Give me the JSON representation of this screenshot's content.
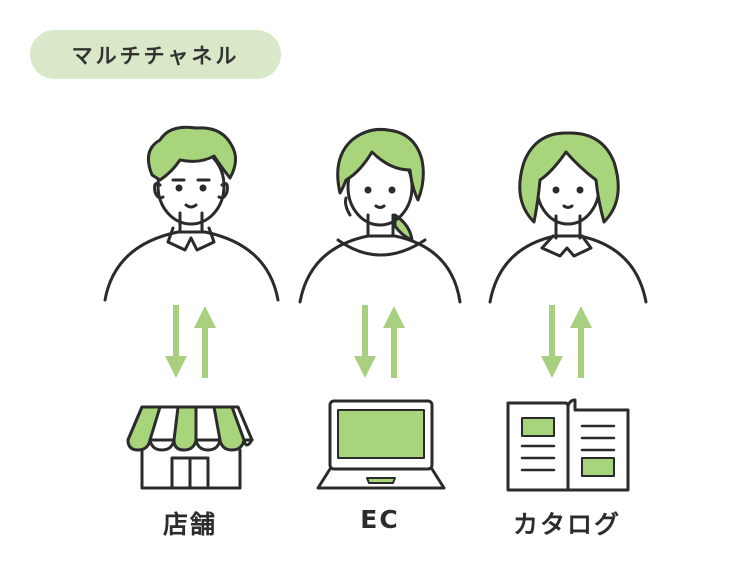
{
  "badge": {
    "text": "マルチチャネル"
  },
  "channels": [
    {
      "label": "店舗",
      "icon": "store-icon"
    },
    {
      "label": "EC",
      "icon": "laptop-icon"
    },
    {
      "label": "カタログ",
      "icon": "catalog-icon"
    }
  ],
  "colors": {
    "accent": "#a8d47c",
    "badge_bg": "#d9e8c8",
    "arrow": "#a9d080",
    "line": "#2b2b2b"
  }
}
